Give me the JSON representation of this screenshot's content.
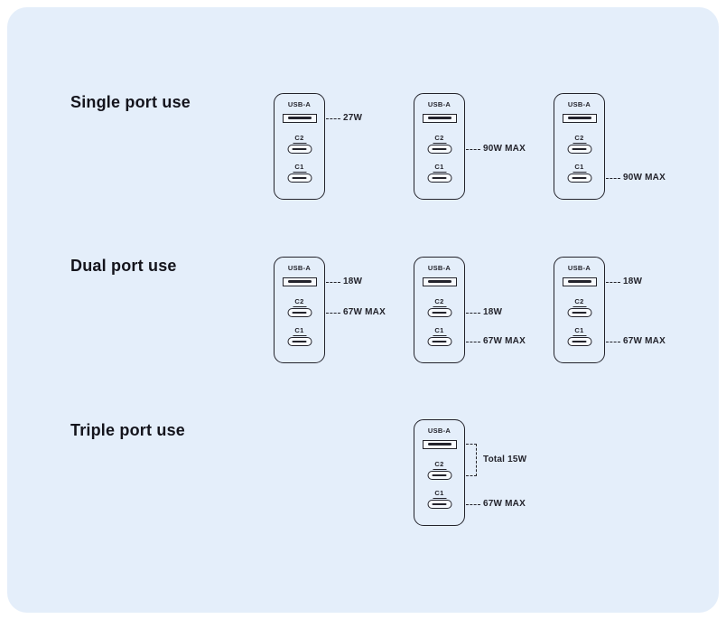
{
  "panel": {
    "card_background": "#e4eefa",
    "outline_color": "#23232b",
    "text_color": "#14141c"
  },
  "port_labels": {
    "usb_a": "USB-A",
    "c2": "C2",
    "c1": "C1"
  },
  "sections": [
    {
      "title": "Single port use",
      "chargers": [
        {
          "annotations": [
            {
              "port": "usb_a",
              "label": "27W"
            }
          ]
        },
        {
          "annotations": [
            {
              "port": "c2",
              "label": "90W MAX"
            }
          ]
        },
        {
          "annotations": [
            {
              "port": "c1",
              "label": "90W MAX"
            }
          ]
        }
      ]
    },
    {
      "title": "Dual port use",
      "chargers": [
        {
          "annotations": [
            {
              "port": "usb_a",
              "label": "18W"
            },
            {
              "port": "c2",
              "label": "67W MAX"
            }
          ]
        },
        {
          "annotations": [
            {
              "port": "c2",
              "label": "18W"
            },
            {
              "port": "c1",
              "label": "67W MAX"
            }
          ]
        },
        {
          "annotations": [
            {
              "port": "usb_a",
              "label": "18W"
            },
            {
              "port": "c1",
              "label": "67W MAX"
            }
          ]
        }
      ]
    },
    {
      "title": "Triple port use",
      "chargers": [
        {
          "annotations": [
            {
              "bracket": true,
              "ports": [
                "usb_a",
                "c2"
              ],
              "label": "Total 15W"
            },
            {
              "port": "c1",
              "label": "67W MAX"
            }
          ]
        }
      ]
    }
  ]
}
